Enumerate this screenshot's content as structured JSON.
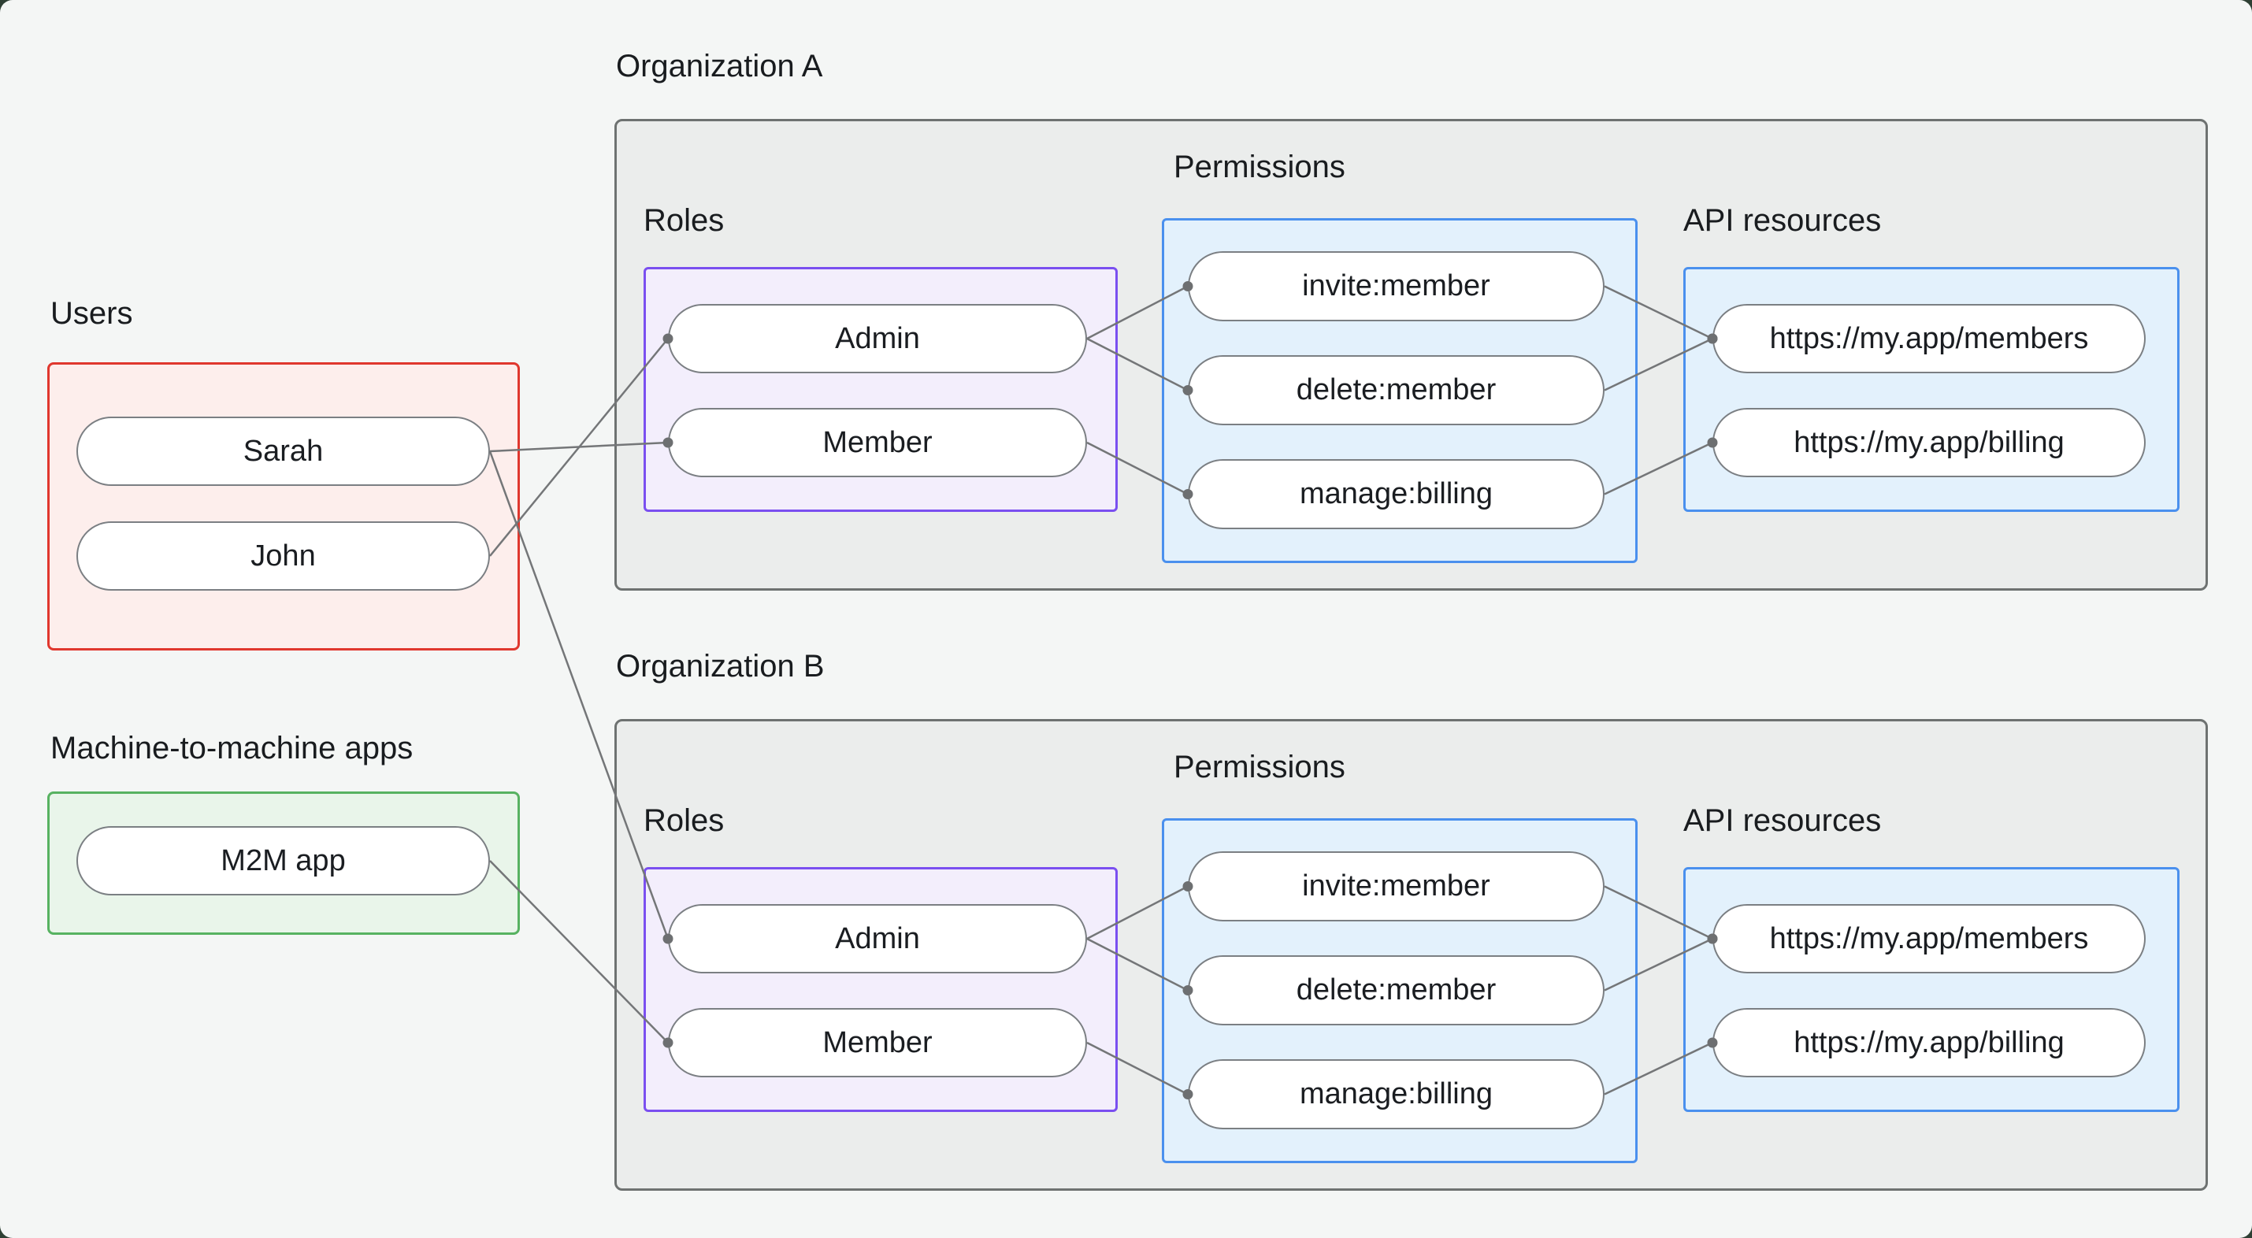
{
  "groups": {
    "users": {
      "label": "Users",
      "items": [
        {
          "id": "sarah",
          "label": "Sarah"
        },
        {
          "id": "john",
          "label": "John"
        }
      ]
    },
    "m2m": {
      "label": "Machine-to-machine apps",
      "items": [
        {
          "id": "m2m-app",
          "label": "M2M app"
        }
      ]
    }
  },
  "organizations": [
    {
      "title": "Organization A",
      "roles": {
        "label": "Roles",
        "items": [
          {
            "id": "orgA-admin",
            "label": "Admin"
          },
          {
            "id": "orgA-member",
            "label": "Member"
          }
        ]
      },
      "permissions": {
        "label": "Permissions",
        "items": [
          {
            "id": "orgA-invite",
            "label": "invite:member"
          },
          {
            "id": "orgA-delete",
            "label": "delete:member"
          },
          {
            "id": "orgA-manage",
            "label": "manage:billing"
          }
        ]
      },
      "api": {
        "label": "API resources",
        "items": [
          {
            "id": "orgA-members",
            "label": "https://my.app/members"
          },
          {
            "id": "orgA-billing",
            "label": "https://my.app/billing"
          }
        ]
      }
    },
    {
      "title": "Organization B",
      "roles": {
        "label": "Roles",
        "items": [
          {
            "id": "orgB-admin",
            "label": "Admin"
          },
          {
            "id": "orgB-member",
            "label": "Member"
          }
        ]
      },
      "permissions": {
        "label": "Permissions",
        "items": [
          {
            "id": "orgB-invite",
            "label": "invite:member"
          },
          {
            "id": "orgB-delete",
            "label": "delete:member"
          },
          {
            "id": "orgB-manage",
            "label": "manage:billing"
          }
        ]
      },
      "api": {
        "label": "API resources",
        "items": [
          {
            "id": "orgB-members",
            "label": "https://my.app/members"
          },
          {
            "id": "orgB-billing",
            "label": "https://my.app/billing"
          }
        ]
      }
    }
  ],
  "edges": [
    {
      "from": "sarah",
      "to": "orgA-member"
    },
    {
      "from": "john",
      "to": "orgA-admin"
    },
    {
      "from": "sarah",
      "to": "orgB-admin"
    },
    {
      "from": "m2m-app",
      "to": "orgB-member"
    },
    {
      "from": "orgA-admin",
      "to": "orgA-invite"
    },
    {
      "from": "orgA-admin",
      "to": "orgA-delete"
    },
    {
      "from": "orgA-member",
      "to": "orgA-manage"
    },
    {
      "from": "orgA-invite",
      "to": "orgA-members"
    },
    {
      "from": "orgA-delete",
      "to": "orgA-members"
    },
    {
      "from": "orgA-manage",
      "to": "orgA-billing"
    },
    {
      "from": "orgB-admin",
      "to": "orgB-invite"
    },
    {
      "from": "orgB-admin",
      "to": "orgB-delete"
    },
    {
      "from": "orgB-member",
      "to": "orgB-manage"
    },
    {
      "from": "orgB-invite",
      "to": "orgB-members"
    },
    {
      "from": "orgB-delete",
      "to": "orgB-members"
    },
    {
      "from": "orgB-manage",
      "to": "orgB-billing"
    }
  ],
  "colors": {
    "page_background": "#f4f6f5",
    "org_fill": "#ebedec",
    "org_border": "#6e7271",
    "users_border": "#e0372e",
    "users_fill": "#fdeeec",
    "m2m_border": "#57b261",
    "m2m_fill": "#e9f5ea",
    "roles_border": "#7a4ff0",
    "roles_fill": "#f3eefc",
    "blue_border": "#4a90ee",
    "blue_fill": "#e3f1fc",
    "edge_line": "#747678",
    "edge_dot": "#6d6f71",
    "pill_border": "#7b7f83",
    "text": "#191c1f"
  }
}
